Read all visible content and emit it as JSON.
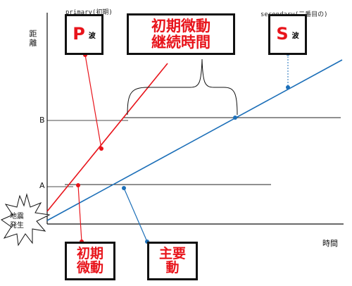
{
  "diagram": {
    "primary_note": "primary(初期)",
    "secondary_note": "secondary(二番目の)",
    "y_axis_label": "距離",
    "x_axis_label": "時間",
    "tick_b": "B",
    "tick_a": "A",
    "source_label": "地震\n発生",
    "p_box": {
      "letter": "P",
      "suffix": "波"
    },
    "s_box": {
      "letter": "S",
      "suffix": "波"
    },
    "duration_label": "初期微動\n継続時間",
    "initial_tremor_label": "初期\n微動",
    "main_shock_label": "主要\n動",
    "colors": {
      "p_wave": "#e8141b",
      "s_wave": "#1c6fb8",
      "text_red": "#e8141b",
      "ink": "#111111"
    }
  }
}
